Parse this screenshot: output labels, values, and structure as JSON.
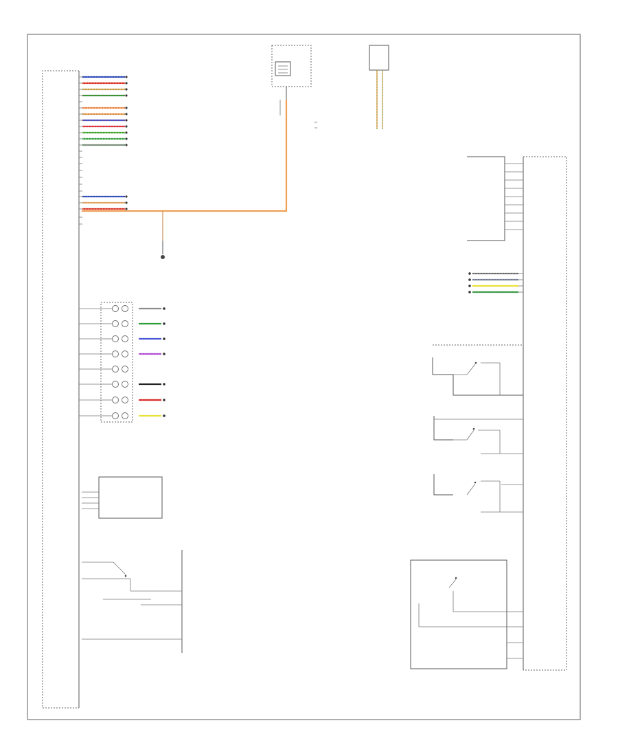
{
  "diagram": {
    "footer_code": "",
    "colors": {
      "blue": "#3a5bd9",
      "red": "#d92b2b",
      "orange": "#f2a65a",
      "green": "#2f9e3a",
      "yellow": "#e8e23a",
      "violet": "#a64ad9",
      "brown": "#8a5a2b",
      "black": "#222222",
      "grey": "#8c8c8c",
      "pink": "#e873c8",
      "white": "#dddddd"
    },
    "left_wires": [
      {
        "c1": "blue",
        "c2": "black"
      },
      {
        "c1": "red",
        "c2": "orange"
      },
      {
        "c1": "orange",
        "c2": "green"
      },
      {
        "c1": "green",
        "c2": "brown"
      },
      {
        "c1": "",
        "c2": ""
      },
      {
        "c1": "orange",
        "c2": "red"
      },
      {
        "c1": "orange",
        "c2": "brown"
      },
      {
        "c1": "blue",
        "c2": "red"
      },
      {
        "c1": "red",
        "c2": "pink"
      },
      {
        "c1": "green",
        "c2": "yellow"
      },
      {
        "c1": "green",
        "c2": "white"
      },
      {
        "c1": "grey",
        "c2": "green"
      },
      {
        "c1": "",
        "c2": ""
      },
      {
        "c1": "",
        "c2": ""
      },
      {
        "c1": "blue",
        "c2": "black"
      },
      {
        "c1": "orange",
        "c2": "grey"
      },
      {
        "c1": "red",
        "c2": "orange"
      }
    ],
    "sensor_wires": [
      {
        "c1": "grey",
        "c2": "grey"
      },
      {
        "c1": "green",
        "c2": "green"
      },
      {
        "c1": "blue",
        "c2": "violet"
      },
      {
        "c1": "violet",
        "c2": "pink"
      },
      {
        "c1": "",
        "c2": ""
      },
      {
        "c1": "black",
        "c2": "black"
      },
      {
        "c1": "red",
        "c2": "red"
      },
      {
        "c1": "yellow",
        "c2": "yellow"
      }
    ],
    "right_wires": [
      {
        "c1": "grey",
        "c2": "black"
      },
      {
        "c1": "grey",
        "c2": "blue"
      },
      {
        "c1": "yellow",
        "c2": "yellow"
      },
      {
        "c1": "green",
        "c2": "grey"
      }
    ]
  }
}
